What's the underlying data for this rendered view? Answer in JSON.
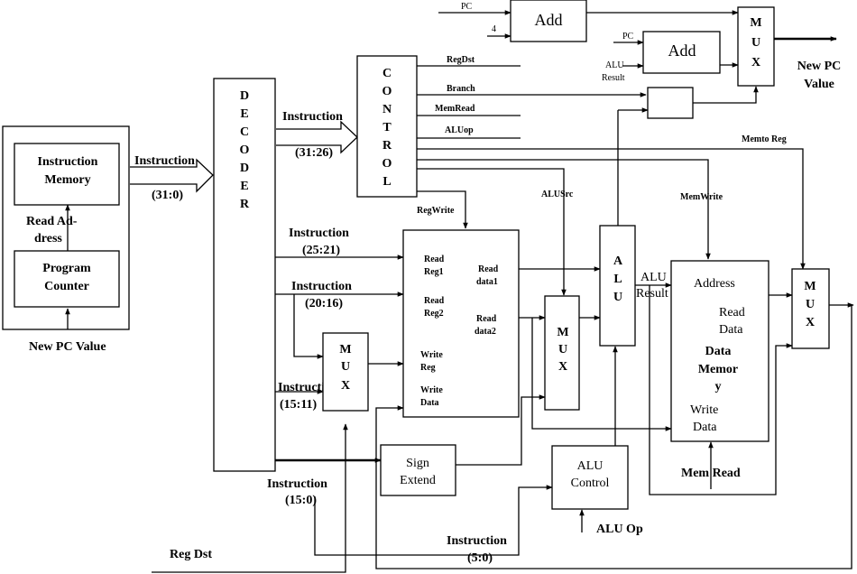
{
  "blocks": {
    "instr_mem": [
      "Instruction",
      "Memory"
    ],
    "read_address": [
      "Read Ad-",
      "dress"
    ],
    "pc": [
      "Program",
      "Counter"
    ],
    "new_pc_left": "New PC Value",
    "decoder": [
      "D",
      "E",
      "C",
      "O",
      "D",
      "E",
      "R"
    ],
    "control": [
      "C",
      "O",
      "N",
      "T",
      "R",
      "O",
      "L"
    ],
    "add1": "Add",
    "add2": "Add",
    "mux_pc": [
      "M",
      "U",
      "X"
    ],
    "new_pc_right": [
      "New PC",
      "Value"
    ],
    "regfile": {
      "read_reg1": [
        "Read",
        "Reg1"
      ],
      "read_reg2": [
        "Read",
        "Reg2"
      ],
      "write_reg": [
        "Write",
        "Reg"
      ],
      "write_data": [
        "Write",
        "Data"
      ],
      "read_data1": [
        "Read",
        "data1"
      ],
      "read_data2": [
        "Read",
        "data2"
      ]
    },
    "mux_reg": [
      "M",
      "U",
      "X"
    ],
    "mux_alu": [
      "M",
      "U",
      "X"
    ],
    "alu": [
      "A",
      "L",
      "U"
    ],
    "sign_extend": [
      "Sign",
      "Extend"
    ],
    "alu_control": [
      "ALU",
      "Control"
    ],
    "data_memory": {
      "address": "Address",
      "read_data": [
        "Read",
        "Data"
      ],
      "title": [
        "Data",
        "Memor",
        "y"
      ],
      "write_data": [
        "Write",
        "Data"
      ],
      "mem_read": "Mem Read"
    },
    "mux_wb": [
      "M",
      "U",
      "X"
    ]
  },
  "signals": {
    "instruction_31_0": [
      "Instruction",
      "(31:0)"
    ],
    "instruction_31_26": [
      "Instruction",
      "(31:26)"
    ],
    "instruction_25_21": [
      "Instruction",
      "(25:21)"
    ],
    "instruction_20_16": [
      "Instruction",
      "(20:16)"
    ],
    "instruction_15_11": [
      "Instruction",
      "(15:11)"
    ],
    "instruction_15_0": [
      "Instruction",
      "(15:0)"
    ],
    "instruction_5_0": [
      "Instruction",
      "(5:0)"
    ],
    "pc_top": "PC",
    "plus4": "4",
    "pc_second": "PC",
    "alu_result_top": [
      "ALU",
      "Result"
    ],
    "regdst": "RegDst",
    "branch": "Branch",
    "memread": "MemRead",
    "aluop": "ALUop",
    "regwrite": "RegWrite",
    "alusrc": "ALUSrc",
    "memwrite": "MemWrite",
    "memtoreg": "Memto Reg",
    "alu_result": [
      "ALU",
      "Result"
    ],
    "alu_op": "ALU Op",
    "reg_dst": "Reg Dst"
  }
}
